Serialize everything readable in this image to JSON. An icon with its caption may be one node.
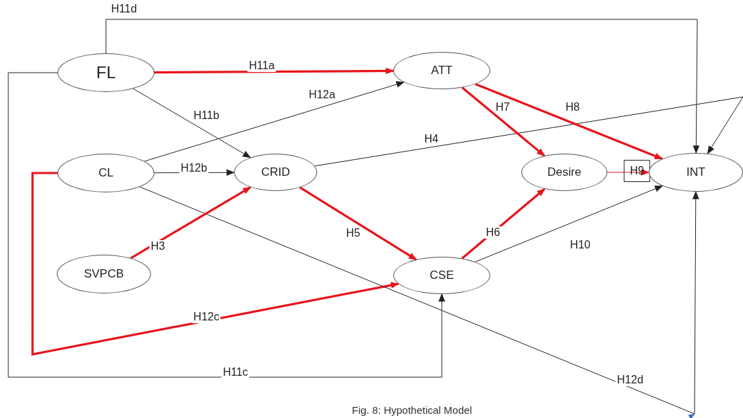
{
  "diagram": {
    "caption": "Fig. 8: Hypothetical Model",
    "nodes": [
      {
        "text": [
          "FL"
        ]
      },
      {
        "text": [
          "ATT"
        ]
      },
      {
        "text": [
          "CL"
        ]
      },
      {
        "text": [
          "CRID"
        ]
      },
      {
        "text": [
          "Desire"
        ]
      },
      {
        "text": [
          "INT"
        ]
      },
      {
        "text": [
          "SVPCB"
        ]
      },
      {
        "text": [
          "CSE"
        ]
      }
    ],
    "edges": [
      {
        "from": 0,
        "to": 5,
        "arrow": "to",
        "label": "H11d"
      },
      {
        "from": 0,
        "to": 1,
        "arrow": "to",
        "label": "H11a",
        "style": "thick",
        "color": "#e8141b"
      },
      {
        "from": 0,
        "to": 3,
        "arrow": "to",
        "label": "H11b"
      },
      {
        "from": 0,
        "to": 7,
        "arrow": "to",
        "label": "H11c"
      },
      {
        "from": 2,
        "to": 1,
        "arrow": "to",
        "label": "H12a"
      },
      {
        "from": 2,
        "to": 3,
        "arrow": "to",
        "label": "H12b"
      },
      {
        "from": 2,
        "to": 7,
        "arrow": "to",
        "label": "H12c",
        "style": "thick",
        "color": "#e8141b"
      },
      {
        "from": 2,
        "to": 5,
        "arrow": "to",
        "label": "H12d"
      },
      {
        "from": 3,
        "to": 5,
        "arrow": "to",
        "label": "H4"
      },
      {
        "from": 6,
        "to": 3,
        "arrow": "to",
        "label": "H3",
        "style": "thick",
        "color": "#e8141b"
      },
      {
        "from": 3,
        "to": 7,
        "arrow": "to",
        "label": "H5",
        "style": "thick",
        "color": "#e8141b"
      },
      {
        "from": 1,
        "to": 4,
        "arrow": "to",
        "label": "H7",
        "style": "thick",
        "color": "#e8141b"
      },
      {
        "from": 1,
        "to": 5,
        "arrow": "to",
        "label": "H8",
        "style": "thick",
        "color": "#e8141b"
      },
      {
        "from": 4,
        "to": 5,
        "arrow": "to",
        "label": "H9",
        "color": "#e8141b"
      },
      {
        "from": 7,
        "to": 4,
        "arrow": "to",
        "label": "H6",
        "style": "thick",
        "color": "#e8141b"
      },
      {
        "from": 7,
        "to": 5,
        "arrow": "to",
        "label": "H10"
      }
    ]
  }
}
